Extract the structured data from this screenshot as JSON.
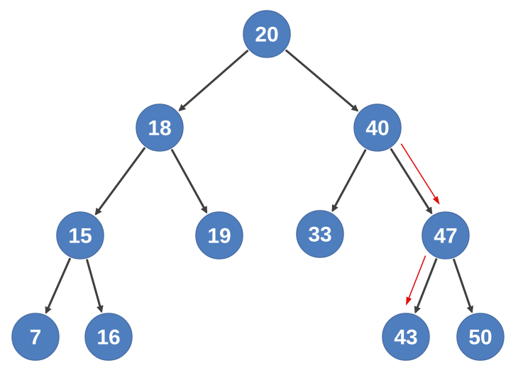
{
  "colors": {
    "node_fill": "#4f7ebf",
    "node_label": "#ffffff",
    "edge": "#3f3f3f",
    "highlight": "#e01010"
  },
  "tree": {
    "nodes": [
      {
        "id": "n20",
        "label": "20"
      },
      {
        "id": "n18",
        "label": "18"
      },
      {
        "id": "n40",
        "label": "40"
      },
      {
        "id": "n15",
        "label": "15"
      },
      {
        "id": "n19",
        "label": "19"
      },
      {
        "id": "n33",
        "label": "33"
      },
      {
        "id": "n47",
        "label": "47"
      },
      {
        "id": "n7",
        "label": "7"
      },
      {
        "id": "n16",
        "label": "16"
      },
      {
        "id": "n43",
        "label": "43",
        "highlighted": true
      },
      {
        "id": "n50",
        "label": "50"
      }
    ],
    "edges": [
      {
        "from": "n20",
        "to": "n18"
      },
      {
        "from": "n20",
        "to": "n40"
      },
      {
        "from": "n18",
        "to": "n15"
      },
      {
        "from": "n18",
        "to": "n19"
      },
      {
        "from": "n40",
        "to": "n33"
      },
      {
        "from": "n40",
        "to": "n47"
      },
      {
        "from": "n15",
        "to": "n7"
      },
      {
        "from": "n15",
        "to": "n16"
      },
      {
        "from": "n47",
        "to": "n43"
      },
      {
        "from": "n47",
        "to": "n50"
      }
    ],
    "search_path": [
      {
        "from": "n40",
        "to": "n47"
      },
      {
        "from": "n47",
        "to": "n43"
      }
    ]
  }
}
